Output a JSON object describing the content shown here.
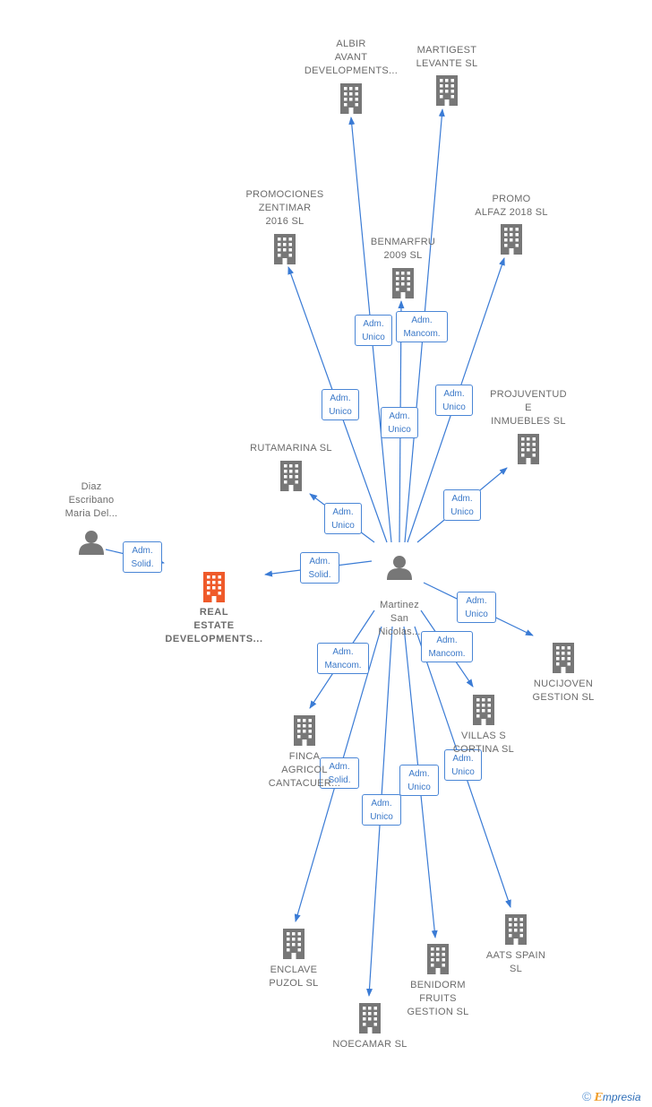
{
  "colors": {
    "edge": "#3a7bd5",
    "node": "#777777",
    "highlight": "#ef5a2a"
  },
  "center": {
    "label_lines": [
      "Martinez",
      "San",
      "Nicolas..."
    ],
    "icon": "person-icon"
  },
  "nodes": [
    {
      "id": "albir",
      "icon": "building-icon",
      "label_lines": [
        "ALBIR",
        "AVANT",
        "DEVELOPMENTS..."
      ]
    },
    {
      "id": "martigest",
      "icon": "building-icon",
      "label_lines": [
        "MARTIGEST",
        "LEVANTE SL"
      ]
    },
    {
      "id": "promociones",
      "icon": "building-icon",
      "label_lines": [
        "PROMOCIONES",
        "ZENTIMAR",
        "2016  SL"
      ]
    },
    {
      "id": "benmarfru",
      "icon": "building-icon",
      "label_lines": [
        "BENMARFRU",
        "2009 SL"
      ]
    },
    {
      "id": "promo",
      "icon": "building-icon",
      "label_lines": [
        "PROMO",
        "ALFAZ 2018  SL"
      ]
    },
    {
      "id": "projuventud",
      "icon": "building-icon",
      "label_lines": [
        "PROJUVENTUD",
        "E",
        "INMUEBLES SL"
      ]
    },
    {
      "id": "rutamarina",
      "icon": "building-icon",
      "label_lines": [
        "RUTAMARINA SL"
      ]
    },
    {
      "id": "diaz",
      "icon": "person-icon",
      "label_lines": [
        "Diaz",
        "Escribano",
        "Maria Del..."
      ]
    },
    {
      "id": "real",
      "icon": "building-icon",
      "highlight": true,
      "label_lines": [
        "REAL",
        "ESTATE",
        "DEVELOPMENTS..."
      ]
    },
    {
      "id": "nucijoven",
      "icon": "building-icon",
      "label_lines": [
        "NUCIJOVEN",
        "GESTION SL"
      ]
    },
    {
      "id": "villas",
      "icon": "building-icon",
      "label_lines": [
        "VILLAS S",
        "CORTINA  SL"
      ]
    },
    {
      "id": "finca",
      "icon": "building-icon",
      "label_lines": [
        "FINCA",
        "AGRICOL",
        "CANTACUER..."
      ]
    },
    {
      "id": "enclave",
      "icon": "building-icon",
      "label_lines": [
        "ENCLAVE",
        "PUZOL SL"
      ]
    },
    {
      "id": "benidorm",
      "icon": "building-icon",
      "label_lines": [
        "BENIDORM",
        "FRUITS",
        "GESTION  SL"
      ]
    },
    {
      "id": "aats",
      "icon": "building-icon",
      "label_lines": [
        "AATS SPAIN",
        "SL"
      ]
    },
    {
      "id": "noecamar",
      "icon": "building-icon",
      "label_lines": [
        "NOECAMAR SL"
      ]
    }
  ],
  "edges": [
    {
      "from": "center",
      "to": "albir",
      "label_lines": [
        "Adm.",
        "Unico"
      ]
    },
    {
      "from": "center",
      "to": "martigest",
      "label_lines": [
        "Adm.",
        "Mancom."
      ]
    },
    {
      "from": "center",
      "to": "promociones",
      "label_lines": [
        "Adm.",
        "Unico"
      ]
    },
    {
      "from": "center",
      "to": "benmarfru",
      "label_lines": [
        "Adm.",
        "Unico"
      ]
    },
    {
      "from": "center",
      "to": "promo",
      "label_lines": [
        "Adm.",
        "Unico"
      ]
    },
    {
      "from": "center",
      "to": "projuventud",
      "label_lines": [
        "Adm.",
        "Unico"
      ]
    },
    {
      "from": "center",
      "to": "rutamarina",
      "label_lines": [
        "Adm.",
        "Unico"
      ]
    },
    {
      "from": "center",
      "to": "real",
      "label_lines": [
        "Adm.",
        "Solid."
      ]
    },
    {
      "from": "diaz",
      "to": "real",
      "label_lines": [
        "Adm.",
        "Solid."
      ]
    },
    {
      "from": "center",
      "to": "nucijoven",
      "label_lines": [
        "Adm.",
        "Unico"
      ]
    },
    {
      "from": "center",
      "to": "villas",
      "label_lines": [
        "Adm.",
        "Mancom."
      ]
    },
    {
      "from": "center",
      "to": "finca",
      "label_lines": [
        "Adm.",
        "Mancom."
      ]
    },
    {
      "from": "center",
      "to": "enclave",
      "label_lines": [
        "Adm.",
        "Solid."
      ]
    },
    {
      "from": "center",
      "to": "noecamar",
      "label_lines": [
        "Adm.",
        "Unico"
      ]
    },
    {
      "from": "center",
      "to": "benidorm",
      "label_lines": [
        "Adm.",
        "Unico"
      ]
    },
    {
      "from": "center",
      "to": "aats",
      "label_lines": [
        "Adm.",
        "Unico"
      ]
    }
  ],
  "footer": {
    "copyright": "©",
    "brand_first": "E",
    "brand_rest": "mpresia"
  }
}
